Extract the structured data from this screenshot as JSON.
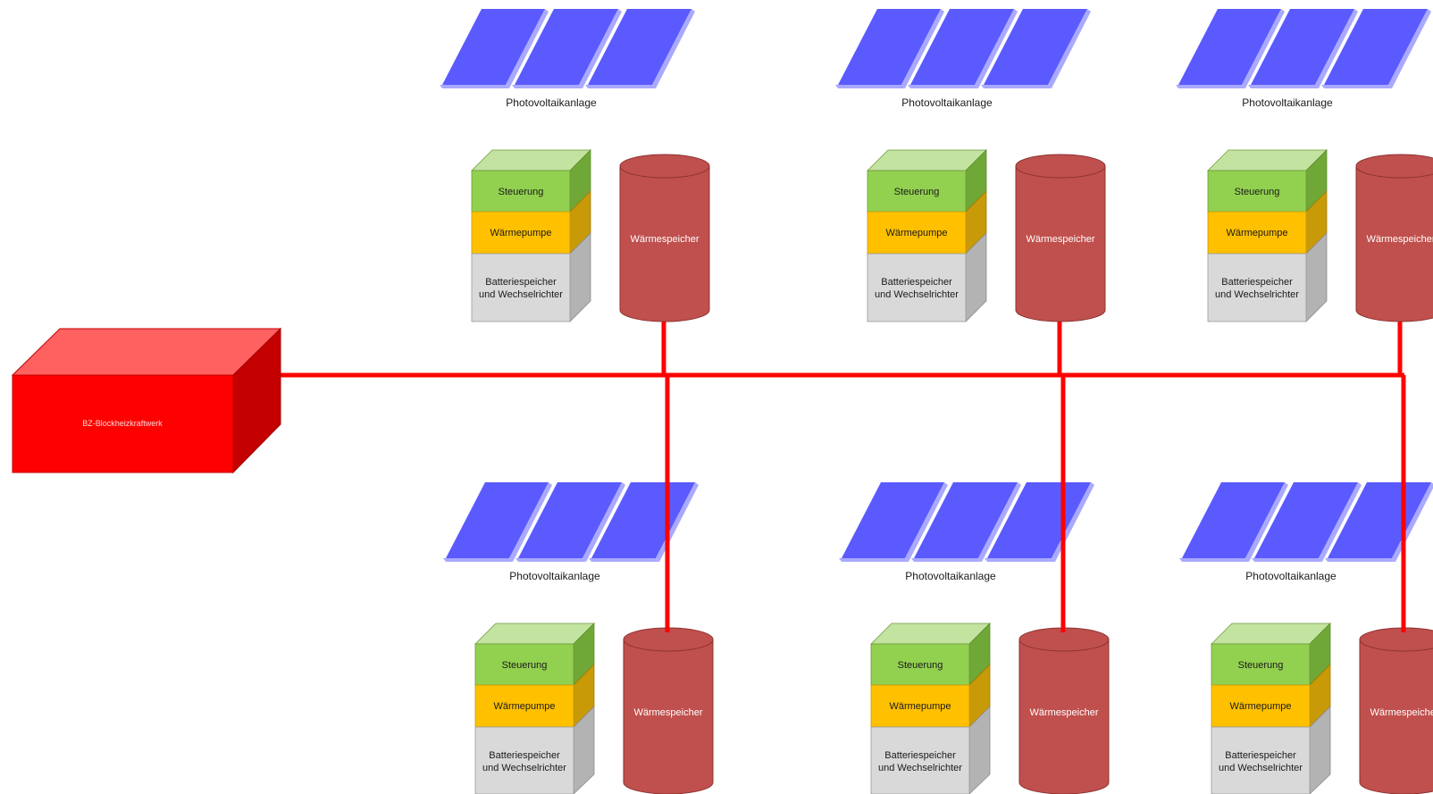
{
  "chp": {
    "label": "BZ-Blockheizkraftwerk",
    "color": "#ff0000"
  },
  "network": {
    "color": "#ff0000"
  },
  "colors": {
    "panel": "#5a5aff",
    "panel_edge": "#a9a9ff",
    "control": "#92d050",
    "heatpump": "#ffc000",
    "battery": "#d9d9d9",
    "storage": "#c0504d"
  },
  "units": [
    {
      "pv_label": "Photovoltaikanlage",
      "control_label": "Steuerung",
      "heatpump_label": "Wärmepumpe",
      "battery_label_1": "Batteriespeicher",
      "battery_label_2": "und Wechselrichter",
      "storage_label": "Wärmespeicher"
    },
    {
      "pv_label": "Photovoltaikanlage",
      "control_label": "Steuerung",
      "heatpump_label": "Wärmepumpe",
      "battery_label_1": "Batteriespeicher",
      "battery_label_2": "und Wechselrichter",
      "storage_label": "Wärmespeicher"
    },
    {
      "pv_label": "Photovoltaikanlage",
      "control_label": "Steuerung",
      "heatpump_label": "Wärmepumpe",
      "battery_label_1": "Batteriespeicher",
      "battery_label_2": "und Wechselrichter",
      "storage_label": "Wärmespeicher"
    },
    {
      "pv_label": "Photovoltaikanlage",
      "control_label": "Steuerung",
      "heatpump_label": "Wärmepumpe",
      "battery_label_1": "Batteriespeicher",
      "battery_label_2": "und Wechselrichter",
      "storage_label": "Wärmespeicher"
    },
    {
      "pv_label": "Photovoltaikanlage",
      "control_label": "Steuerung",
      "heatpump_label": "Wärmepumpe",
      "battery_label_1": "Batteriespeicher",
      "battery_label_2": "und Wechselrichter",
      "storage_label": "Wärmespeicher"
    },
    {
      "pv_label": "Photovoltaikanlage",
      "control_label": "Steuerung",
      "heatpump_label": "Wärmepumpe",
      "battery_label_1": "Batteriespeicher",
      "battery_label_2": "und Wechselrichter",
      "storage_label": "Wärmespeicher"
    }
  ]
}
